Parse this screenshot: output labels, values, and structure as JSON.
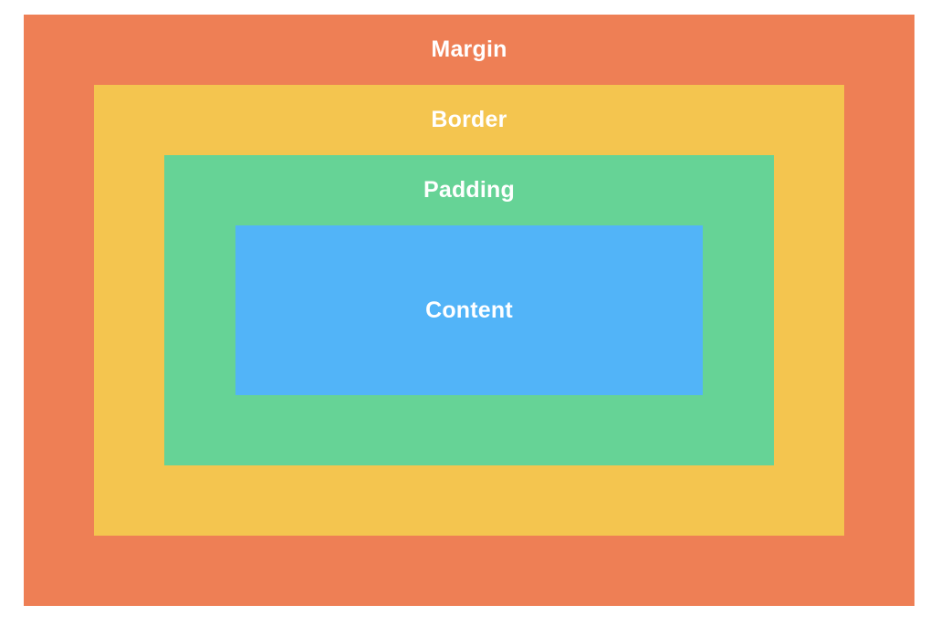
{
  "diagram": {
    "layers": [
      {
        "id": "margin",
        "label": "Margin",
        "color": "#EE7F55"
      },
      {
        "id": "border",
        "label": "Border",
        "color": "#F4C54F"
      },
      {
        "id": "padding",
        "label": "Padding",
        "color": "#66D396"
      },
      {
        "id": "content",
        "label": "Content",
        "color": "#52B4F8"
      }
    ],
    "label_color": "#FFFFFF"
  }
}
